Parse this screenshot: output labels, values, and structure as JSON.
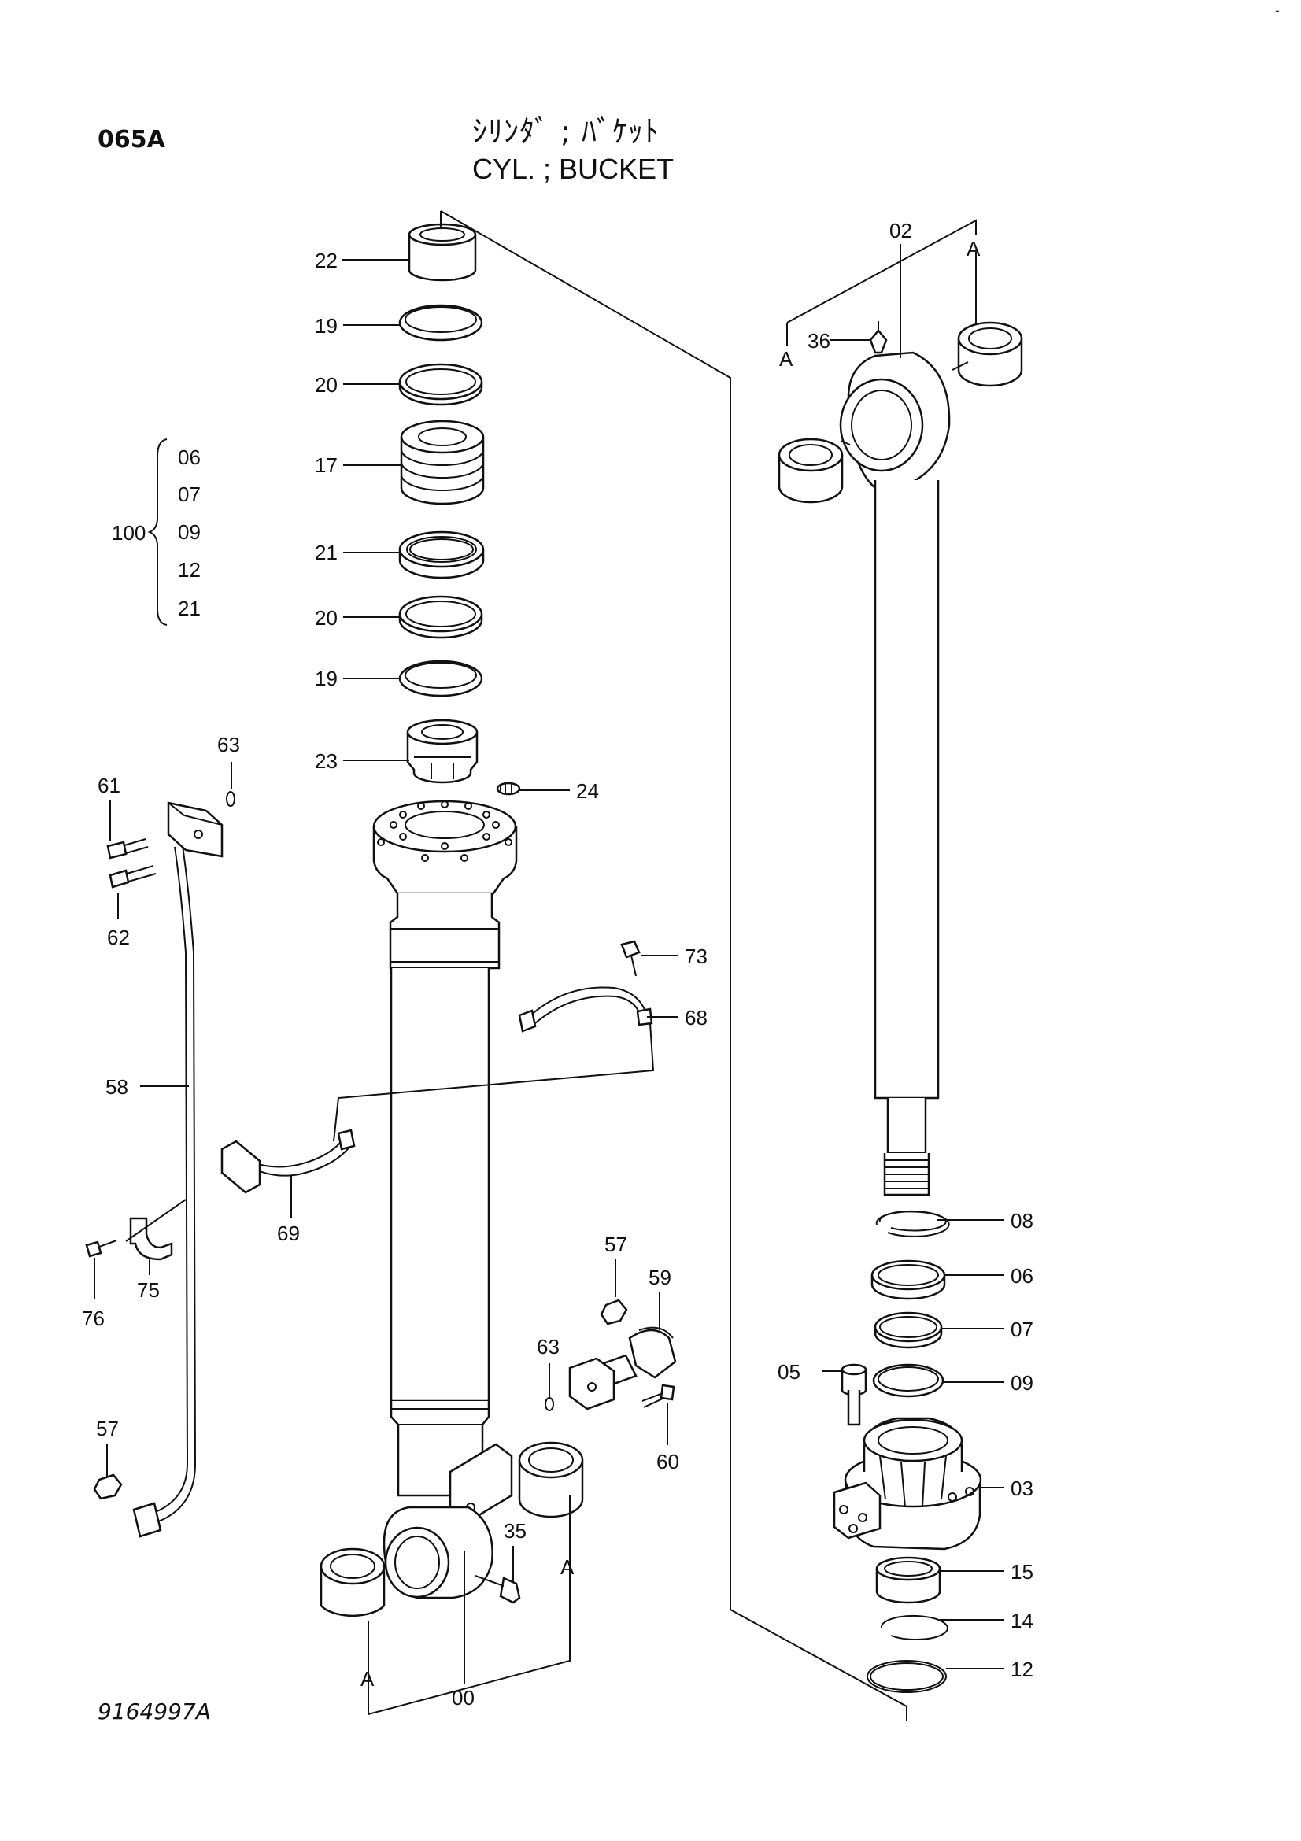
{
  "header": {
    "page_code": "065A",
    "title_jp": "ｼﾘﾝﾀﾞ ; ﾊﾞｹｯﾄ",
    "title_en": "CYL. ; BUCKET",
    "corner_mark": "-"
  },
  "footer": {
    "drawing_number": "9164997A"
  },
  "kit": {
    "number": "100",
    "members": [
      "06",
      "07",
      "09",
      "12",
      "21"
    ]
  },
  "callouts": [
    "22",
    "19",
    "20",
    "17",
    "21",
    "20",
    "19",
    "23",
    "24",
    "63",
    "61",
    "62",
    "58",
    "73",
    "68",
    "69",
    "75",
    "76",
    "57",
    "59",
    "63",
    "60",
    "57",
    "35",
    "00",
    "02",
    "36",
    "08",
    "06",
    "07",
    "05",
    "09",
    "03",
    "15",
    "14",
    "12"
  ],
  "section_marks": [
    "A",
    "A",
    "A",
    "A"
  ]
}
